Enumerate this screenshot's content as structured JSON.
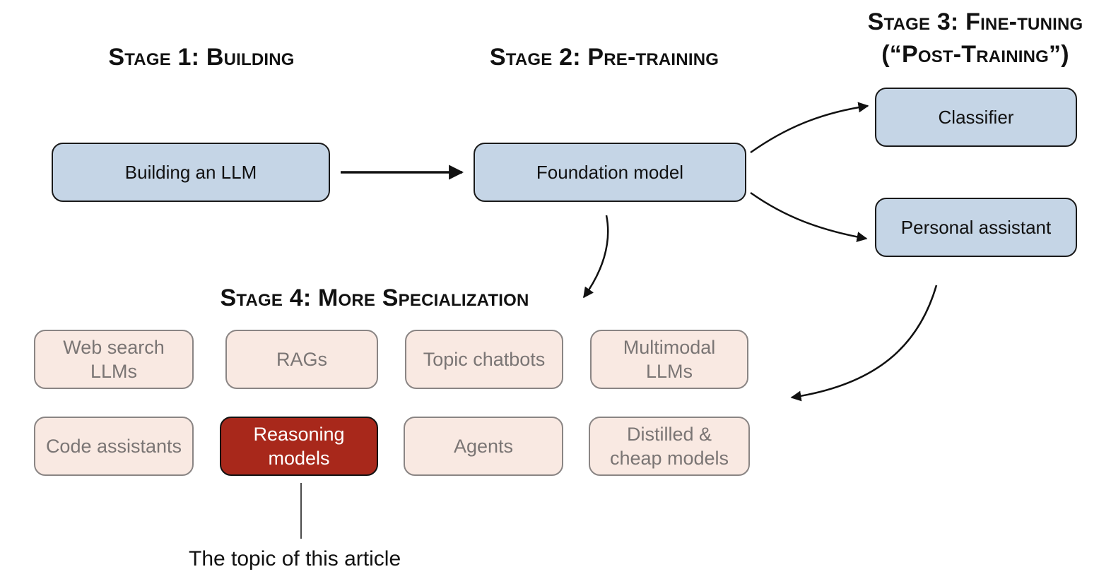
{
  "stages": {
    "stage1": "Stage 1: Building",
    "stage2": "Stage 2: Pre-training",
    "stage3_line1": "Stage 3: Fine-tuning",
    "stage3_line2": "(“Post-Training”)",
    "stage4": "Stage 4: More Specialization"
  },
  "nodes": {
    "building": "Building an LLM",
    "foundation": "Foundation model",
    "classifier": "Classifier",
    "assistant": "Personal assistant"
  },
  "specializations": [
    {
      "line1": "Web search",
      "line2": "LLMs"
    },
    {
      "line1": "RAGs",
      "line2": ""
    },
    {
      "line1": "Topic chatbots",
      "line2": ""
    },
    {
      "line1": "Multimodal",
      "line2": "LLMs"
    },
    {
      "line1": "Code assistants",
      "line2": ""
    },
    {
      "line1": "Reasoning",
      "line2": "models"
    },
    {
      "line1": "Agents",
      "line2": ""
    },
    {
      "line1": "Distilled &",
      "line2": "cheap models"
    }
  ],
  "highlighted_item": "Reasoning models",
  "caption": "The topic of this article",
  "colors": {
    "primary_fill": "#c5d5e6",
    "spec_fill": "#f9e9e2",
    "highlight_fill": "#a8281b"
  }
}
